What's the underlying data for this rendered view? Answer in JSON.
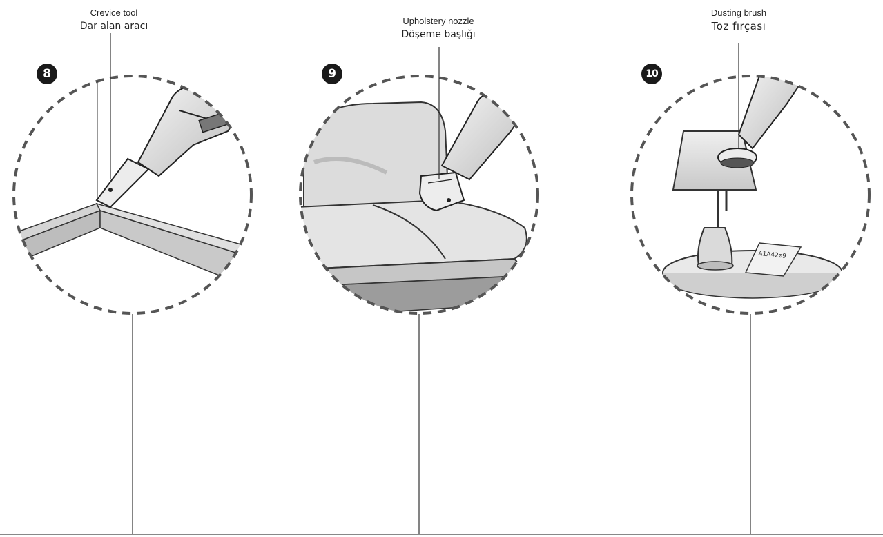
{
  "panels": [
    {
      "step": "8",
      "label_en": "Crevice tool",
      "label_tr": "Dar alan aracı",
      "icon": "crevice-tool-icon"
    },
    {
      "step": "9",
      "label_en": "Upholstery nozzle",
      "label_tr": "Döşeme başlığı",
      "icon": "upholstery-nozzle-icon"
    },
    {
      "step": "10",
      "label_en": "Dusting brush",
      "label_tr": "Toz fırçası",
      "icon": "dusting-brush-icon",
      "table_card_text": "A1A42ø9"
    }
  ],
  "colors": {
    "dash": "#555555",
    "surface_light": "#e6e6e6",
    "surface_mid": "#cfcfcf",
    "surface_dark": "#9a9a9a",
    "ink": "#1a1a1a"
  }
}
